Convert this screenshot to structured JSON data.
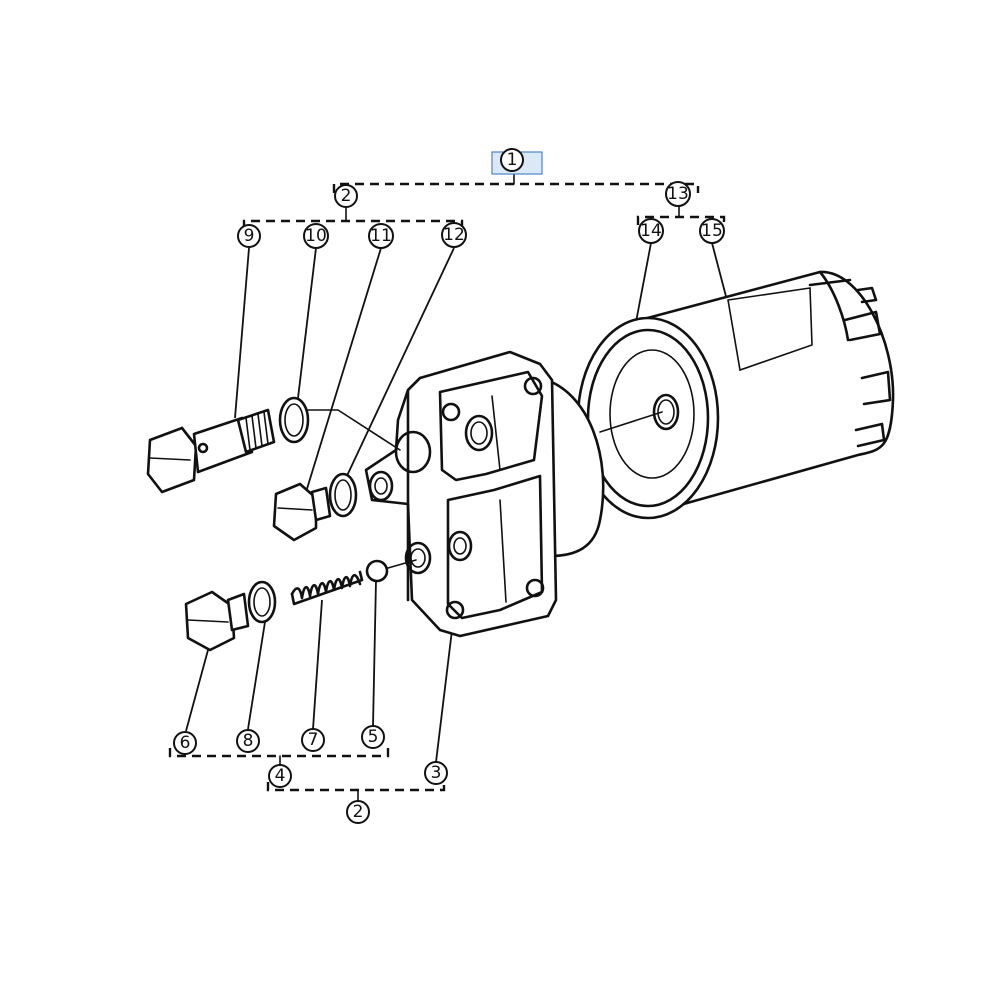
{
  "callouts": {
    "c1": "1",
    "c2_top": "2",
    "c13": "13",
    "c9": "9",
    "c10": "10",
    "c11": "11",
    "c12": "12",
    "c14": "14",
    "c15": "15",
    "c6": "6",
    "c8": "8",
    "c7": "7",
    "c5": "5",
    "c4": "4",
    "c3": "3",
    "c2_bottom": "2"
  },
  "highlight_color": "#dbe9f7"
}
